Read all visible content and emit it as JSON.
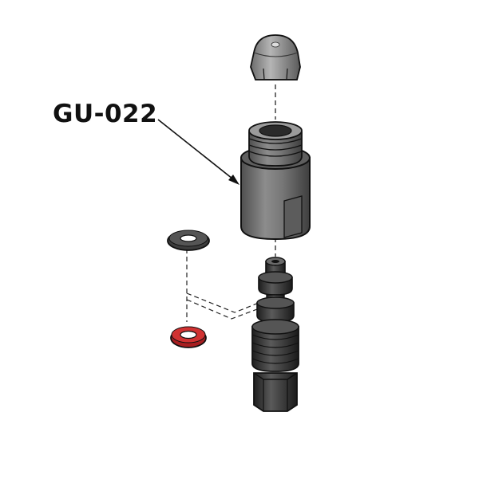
{
  "callout": {
    "part_number": "GU-022"
  },
  "components": [
    {
      "name": "cap",
      "shape": "acorn-cap",
      "color": "#9a9a9a"
    },
    {
      "name": "body",
      "shape": "threaded-sleeve",
      "color": "#6e6e6e"
    },
    {
      "name": "washer-top",
      "shape": "flat-washer",
      "color": "#4a4a4a"
    },
    {
      "name": "o-ring",
      "shape": "o-ring",
      "color": "#c0282a"
    },
    {
      "name": "stem",
      "shape": "threaded-stem-with-hex-nut",
      "color": "#3a3a3a"
    }
  ],
  "colors": {
    "outline": "#111111",
    "metal_light": "#a8a8a8",
    "metal_dark": "#4a4a4a",
    "seal_red": "#c0282a"
  }
}
